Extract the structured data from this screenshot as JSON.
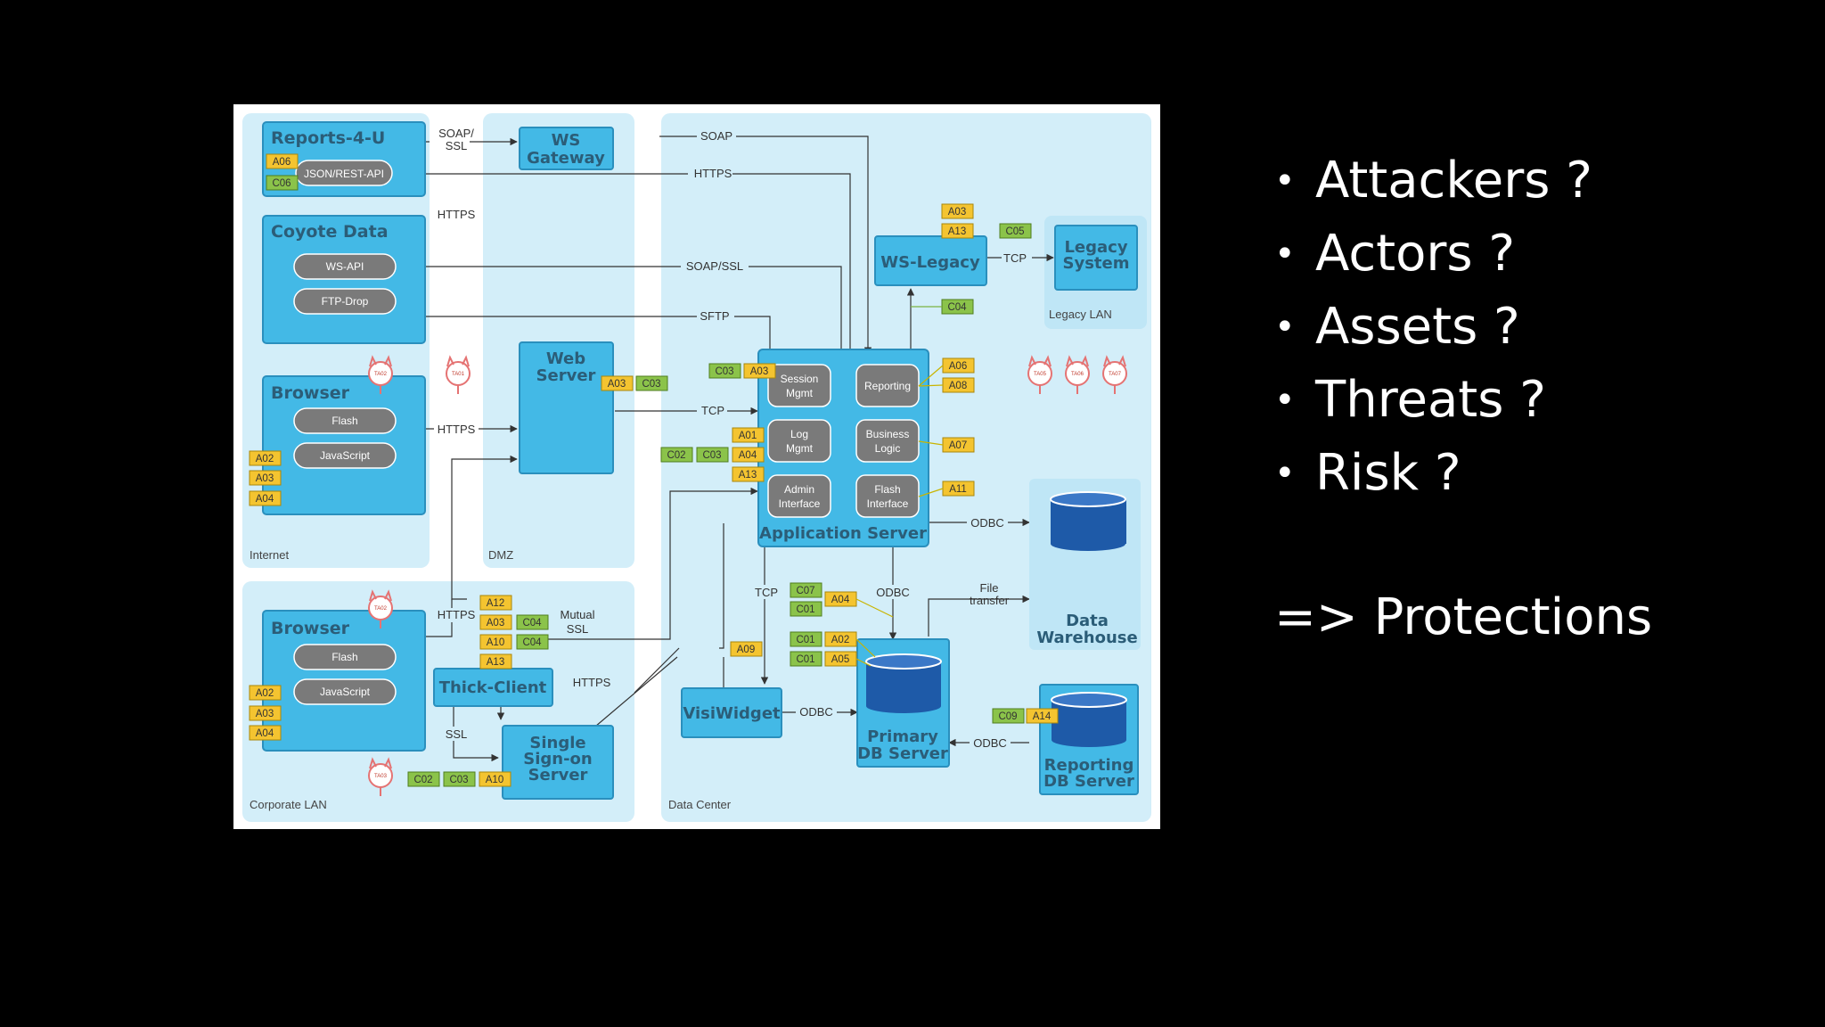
{
  "slide": {
    "bullets": [
      "Attackers ?",
      "Actors ?",
      "Assets ?",
      "Threats ?",
      "Risk ?"
    ],
    "conclusion": "=> Protections"
  },
  "diagram": {
    "zones": {
      "internet": "Internet",
      "dmz": "DMZ",
      "corporate_lan": "Corporate LAN",
      "data_center": "Data Center",
      "legacy_lan": "Legacy LAN"
    },
    "nodes": {
      "reports": {
        "title": "Reports-4-U",
        "sub": "JSON/REST-API"
      },
      "coyote": {
        "title": "Coyote Data",
        "sub1": "WS-API",
        "sub2": "FTP-Drop"
      },
      "browser_internet": {
        "title": "Browser",
        "sub1": "Flash",
        "sub2": "JavaScript"
      },
      "browser_corp": {
        "title": "Browser",
        "sub1": "Flash",
        "sub2": "JavaScript"
      },
      "ws_gateway": {
        "line1": "WS",
        "line2": "Gateway"
      },
      "web_server": {
        "line1": "Web",
        "line2": "Server"
      },
      "ws_legacy": {
        "title": "WS-Legacy"
      },
      "legacy_system": {
        "line1": "Legacy",
        "line2": "System"
      },
      "app_server": {
        "title": "Application Server",
        "modules": [
          {
            "l1": "Session",
            "l2": "Mgmt"
          },
          {
            "l1": "Reporting",
            "l2": ""
          },
          {
            "l1": "Log",
            "l2": "Mgmt"
          },
          {
            "l1": "Business",
            "l2": "Logic"
          },
          {
            "l1": "Admin",
            "l2": "Interface"
          },
          {
            "l1": "Flash",
            "l2": "Interface"
          }
        ]
      },
      "data_warehouse": {
        "line1": "Data",
        "line2": "Warehouse"
      },
      "thick_client": {
        "title": "Thick-Client"
      },
      "sso": {
        "line1": "Single",
        "line2": "Sign-on",
        "line3": "Server"
      },
      "visiwidget": {
        "title": "VisiWidget"
      },
      "primary_db": {
        "line1": "Primary",
        "line2": "DB Server"
      },
      "reporting_db": {
        "line1": "Reporting",
        "line2": "DB Server"
      }
    },
    "connections": {
      "soap_ssl_top": [
        "SOAP/",
        "SSL"
      ],
      "soap": "SOAP",
      "https_1": "HTTPS",
      "https_2": "HTTPS",
      "soap_ssl": "SOAP/SSL",
      "sftp": "SFTP",
      "tcp_web": "TCP",
      "https_browser": "HTTPS",
      "tcp_legacy": "TCP",
      "odbc_dw": "ODBC",
      "tcp_app": "TCP",
      "odbc_app": "ODBC",
      "file_transfer": [
        "File",
        "transfer"
      ],
      "https_corp": "HTTPS",
      "mutual_ssl": [
        "Mutual",
        "SSL"
      ],
      "https_sso": "HTTPS",
      "ssl": "SSL",
      "odbc_visi": "ODBC",
      "odbc_rep": "ODBC"
    },
    "tags": {
      "reports": [
        "A06",
        "C06"
      ],
      "browser_internet": [
        "A02",
        "A03",
        "A04"
      ],
      "browser_corp": [
        "A02",
        "A03",
        "A04"
      ],
      "web_server": [
        "A03",
        "C03"
      ],
      "ws_legacy": [
        "A03",
        "A13"
      ],
      "legacy": [
        "C05"
      ],
      "legacy_link": [
        "C04"
      ],
      "session": [
        "C03",
        "A03"
      ],
      "log": [
        "A01"
      ],
      "log_row": [
        "C02",
        "C03",
        "A04"
      ],
      "admin": [
        "A13"
      ],
      "reporting": [
        "A06",
        "A08"
      ],
      "business": [
        "A07"
      ],
      "flash": [
        "A11"
      ],
      "thick_client_col": [
        "A12",
        "A03",
        "A10",
        "A13"
      ],
      "thick_client_c": [
        "C04",
        "C04"
      ],
      "sso": [
        "C02",
        "C03",
        "A10"
      ],
      "app_tcp": [
        "A09"
      ],
      "odbc_tags_1": [
        "C07",
        "C01",
        "A04"
      ],
      "primary_1": [
        "C01",
        "A02"
      ],
      "primary_2": [
        "C01",
        "A05"
      ],
      "reporting_db": [
        "C09",
        "A14"
      ]
    },
    "agents": [
      "TA02",
      "TA01",
      "TA05",
      "TA06",
      "TA07",
      "TA02",
      "TA03"
    ],
    "colors": {
      "zone": "#d3eef9",
      "box": "#43b9e6",
      "box_border": "#2a8fbd",
      "pill": "#7a7a7a",
      "tag_a": "#f4c430",
      "tag_c": "#8bc34a",
      "db": "#1e5aa8",
      "agent": "#e57373"
    }
  }
}
